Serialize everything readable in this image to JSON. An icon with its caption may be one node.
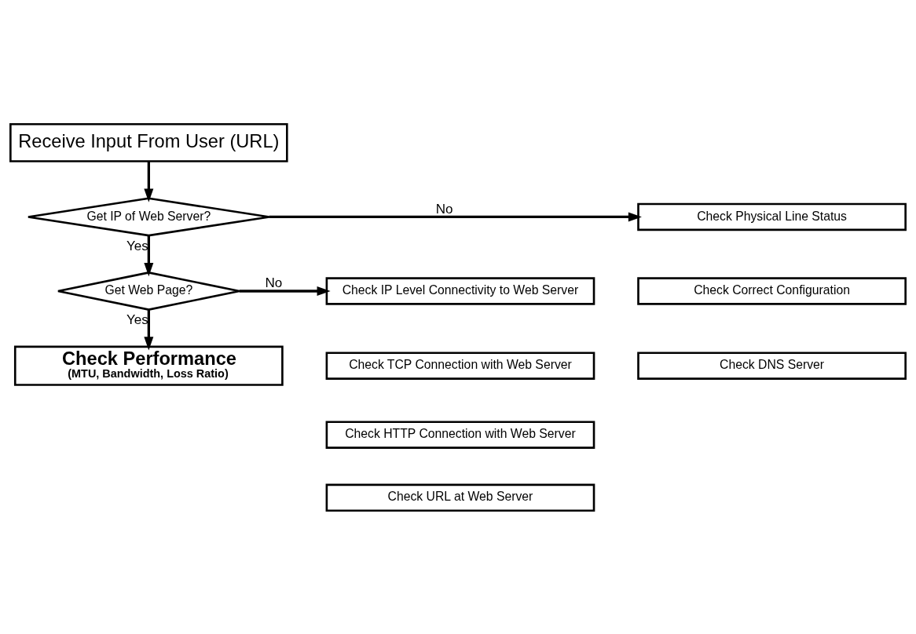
{
  "diagram": {
    "nodes": [
      {
        "text": [
          "Receive Input From User (URL)"
        ]
      },
      {
        "text": [
          "Get IP of Web Server?"
        ]
      },
      {
        "text": [
          "Check Physical Line Status"
        ]
      },
      {
        "text": [
          "Check Correct Configuration"
        ]
      },
      {
        "text": [
          "Check DNS Server"
        ]
      },
      {
        "text": [
          "Get Web Page?"
        ]
      },
      {
        "text": [
          "Check IP Level Connectivity to Web Server"
        ]
      },
      {
        "text": [
          "Check TCP Connection with Web Server"
        ]
      },
      {
        "text": [
          "Check HTTP Connection with Web Server"
        ]
      },
      {
        "text": [
          "Check URL at Web Server"
        ]
      },
      {
        "text": [
          "Check Performance",
          "(MTU, Bandwidth, Loss Ratio)"
        ]
      }
    ],
    "edges": [
      {
        "from": 0,
        "to": 1,
        "arrow": "to"
      },
      {
        "from": 1,
        "to": 2,
        "arrow": "to",
        "label": "No"
      },
      {
        "from": 1,
        "to": 5,
        "arrow": "to",
        "label": "Yes"
      },
      {
        "from": 5,
        "to": 6,
        "arrow": "to",
        "label": "No"
      },
      {
        "from": 5,
        "to": 10,
        "arrow": "to",
        "label": "Yes"
      }
    ]
  }
}
